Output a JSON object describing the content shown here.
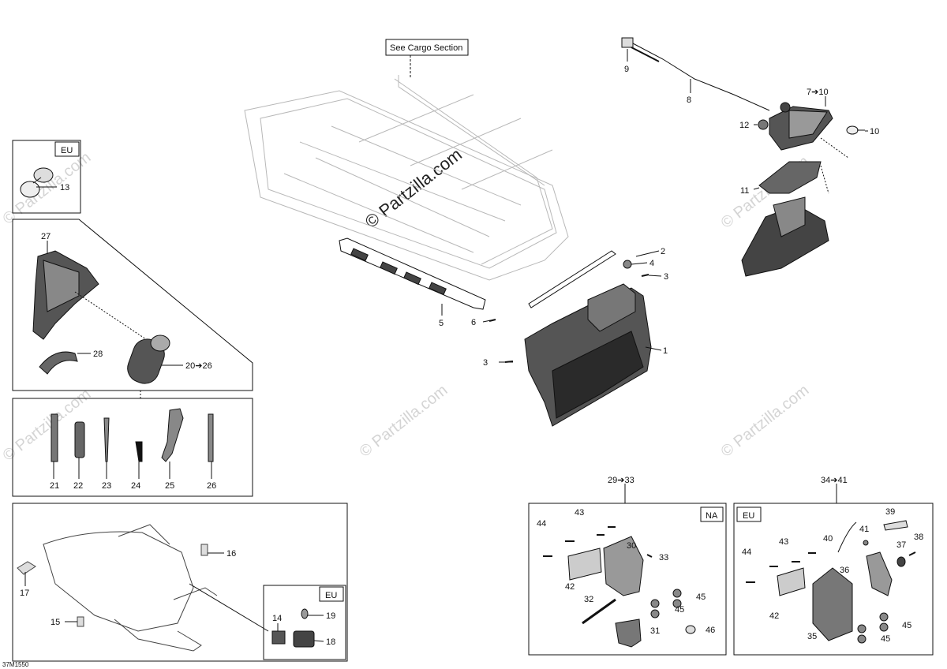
{
  "diagram": {
    "figure_id": "37M1550",
    "watermark": "© Partzilla.com",
    "cargo_note": "See Cargo Section",
    "region_tags": {
      "eu": "EU",
      "na": "NA"
    },
    "group_headers": {
      "na_group": "29➔33",
      "eu_group": "34➔41"
    },
    "callouts": {
      "c1": "1",
      "c2": "2",
      "c3a": "3",
      "c3b": "3",
      "c4": "4",
      "c5": "5",
      "c6": "6",
      "c7": "7➔10",
      "c8": "8",
      "c9": "9",
      "c10": "10",
      "c11": "11",
      "c12": "12",
      "c13": "13",
      "c14": "14",
      "c15": "15",
      "c16": "16",
      "c17": "17",
      "c18": "18",
      "c19": "19",
      "c20": "20➔26",
      "c21": "21",
      "c22": "22",
      "c23": "23",
      "c24": "24",
      "c25": "25",
      "c26": "26",
      "c27": "27",
      "c28": "28",
      "na30": "30",
      "na31": "31",
      "na32": "32",
      "na33": "33",
      "na42": "42",
      "na43": "43",
      "na44": "44",
      "na45a": "45",
      "na45b": "45",
      "na46": "46",
      "eu35": "35",
      "eu36": "36",
      "eu37": "37",
      "eu38": "38",
      "eu39": "39",
      "eu40": "40",
      "eu41": "41",
      "eu42": "42",
      "eu43": "43",
      "eu44": "44",
      "eu45a": "45",
      "eu45b": "45"
    }
  }
}
